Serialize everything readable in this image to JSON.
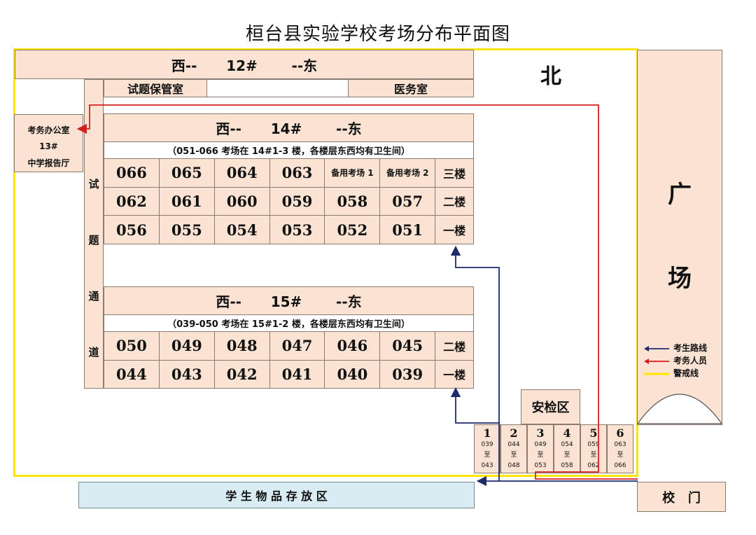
{
  "title": "桓台县实验学校考场分布平面图",
  "north_label": "北",
  "plaza_chars": [
    "广",
    "场"
  ],
  "building12": {
    "label": "西--      12#       --东"
  },
  "room_exam_storage": "试题保管室",
  "room_medical": "医务室",
  "office": {
    "line1": "考务办公室",
    "line2": "13#",
    "line3": "中学报告厅"
  },
  "corridor_chars": [
    "试",
    "题",
    "通",
    "道"
  ],
  "building14": {
    "label": "西--      14#       --东",
    "note": "（051-066 考场在 14#1-3 楼，各楼层东西均有卫生间）",
    "rows": [
      [
        "066",
        "065",
        "064",
        "063",
        "备用考场 1",
        "备用考场 2",
        "三楼"
      ],
      [
        "062",
        "061",
        "060",
        "059",
        "058",
        "057",
        "二楼"
      ],
      [
        "056",
        "055",
        "054",
        "053",
        "052",
        "051",
        "一楼"
      ]
    ]
  },
  "building15": {
    "label": "西--      15#       --东",
    "note": "（039-050 考场在 15#1-2 楼，各楼层东西均有卫生间）",
    "rows": [
      [
        "050",
        "049",
        "048",
        "047",
        "046",
        "045",
        "二楼"
      ],
      [
        "044",
        "043",
        "042",
        "041",
        "040",
        "039",
        "一楼"
      ]
    ]
  },
  "security_area": "安检区",
  "gates": [
    {
      "num": "1",
      "from": "039",
      "to_word": "至",
      "to": "043"
    },
    {
      "num": "2",
      "from": "044",
      "to_word": "至",
      "to": "048"
    },
    {
      "num": "3",
      "from": "049",
      "to_word": "至",
      "to": "053"
    },
    {
      "num": "4",
      "from": "054",
      "to_word": "至",
      "to": "058"
    },
    {
      "num": "5",
      "from": "059",
      "to_word": "至",
      "to": "062"
    },
    {
      "num": "6",
      "from": "063",
      "to_word": "至",
      "to": "066"
    }
  ],
  "student_storage": "学 生 物 品 存 放 区",
  "school_gate": "校   门",
  "legend": [
    {
      "label": "考生路线",
      "color": "#1f2a6b"
    },
    {
      "label": "考务人员",
      "color": "#d42020"
    },
    {
      "label": "警戒线",
      "color": "#ffe400"
    }
  ]
}
